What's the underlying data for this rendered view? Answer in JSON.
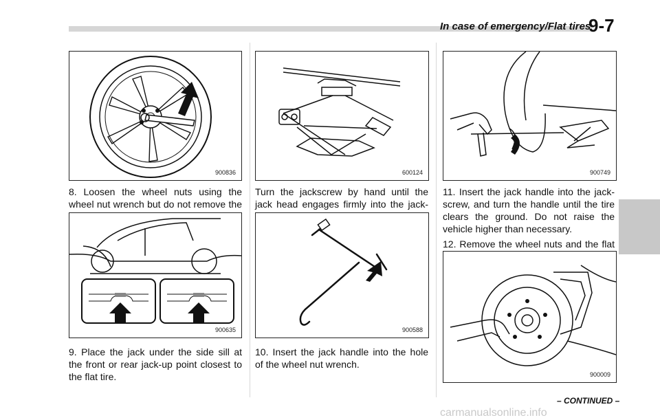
{
  "header": {
    "chapter_title": "In case of emergency/Flat tires",
    "page_number": "9-7"
  },
  "figures": {
    "wheel_nut_wrench": "900836",
    "side_sill_jack_points": "900635",
    "jack_head": "600124",
    "jack_handle_wrench": "900588",
    "raising_vehicle": "900749",
    "brake_hub": "900009"
  },
  "text": {
    "step8": "8. Loosen the wheel nuts using the wheel nut wrench but do not remove the nuts.",
    "step9": "9. Place the jack under the side sill at the front or rear jack-up point closest to the flat tire.",
    "jackscrew": "Turn the jackscrew by hand until the jack head engages firmly into the jack-up point.",
    "step10": "10. Insert the jack handle into the hole of the wheel nut wrench.",
    "step11": "11. Insert the jack handle into the jack-screw, and turn the handle until the tire clears the ground. Do not raise the vehicle higher than necessary.",
    "step12": "12. Remove the wheel nuts and the flat tire."
  },
  "footer": {
    "continued": "– CONTINUED –",
    "watermark": "carmanualsonline.info"
  }
}
